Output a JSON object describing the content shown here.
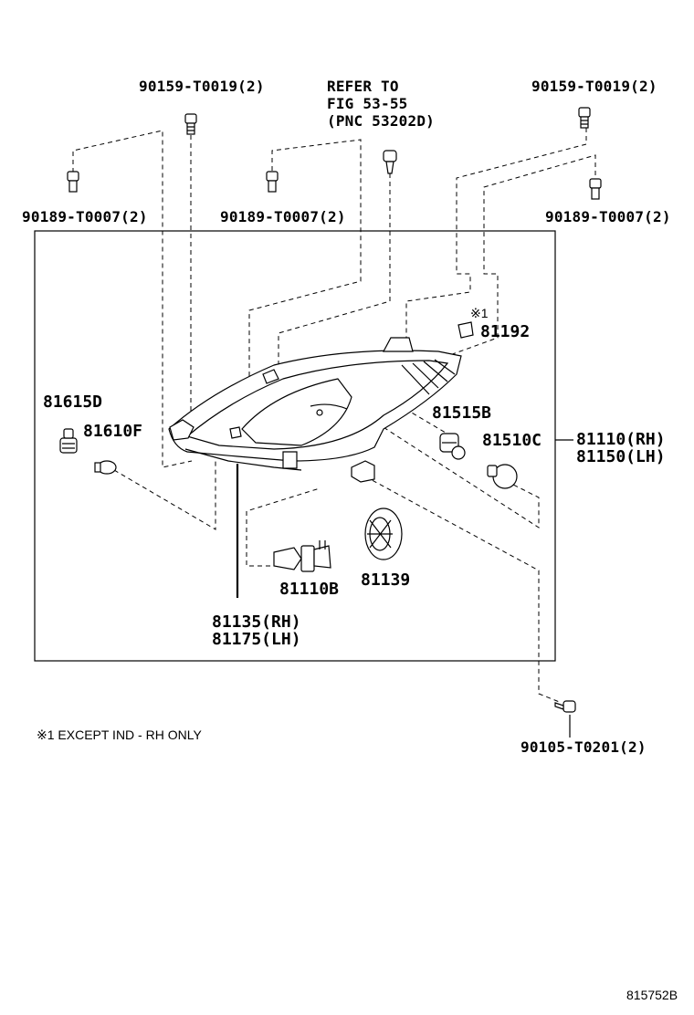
{
  "labels": {
    "p90159_tl": "90159-T0019(2)",
    "p90159_tr": "90159-T0019(2)",
    "p90189_l": "90189-T0007(2)",
    "p90189_m": "90189-T0007(2)",
    "p90189_r": "90189-T0007(2)",
    "refer_1": "REFER TO",
    "refer_2": "FIG 53-55",
    "refer_3": "(PNC 53202D)",
    "p81192": "81192",
    "p81192_mark": "※1",
    "p81615D": "81615D",
    "p81610F": "81610F",
    "p81515B": "81515B",
    "p81510C": "81510C",
    "p81110_rh": "81110(RH)",
    "p81150_lh": "81150(LH)",
    "p81110B": "81110B",
    "p81139": "81139",
    "p81135_rh": "81135(RH)",
    "p81175_lh": "81175(LH)",
    "p90105": "90105-T0201(2)",
    "footnote": "※1 EXCEPT IND - RH ONLY",
    "drawing_code": "815752B"
  }
}
